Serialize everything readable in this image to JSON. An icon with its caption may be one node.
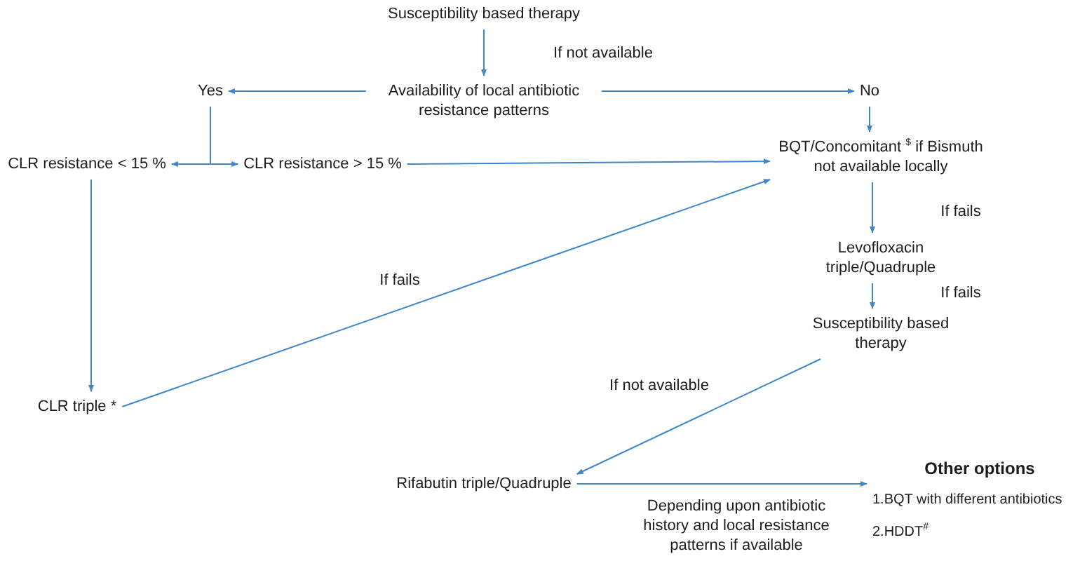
{
  "diagram": {
    "nodes": [
      {
        "text": [
          "Susceptibility based therapy"
        ]
      },
      {
        "text": [
          "Availability of local antibiotic resistance patterns"
        ]
      },
      {
        "text": [
          "Yes"
        ]
      },
      {
        "text": [
          "No"
        ]
      },
      {
        "text": [
          "CLR resistance < 15 %"
        ]
      },
      {
        "text": [
          "CLR resistance > 15 %"
        ]
      },
      {
        "text": [
          "BQT/Concomitant $^{$}$ if Bismuth not available locally"
        ]
      },
      {
        "text": [
          "Levofloxacin triple/Quadruple"
        ]
      },
      {
        "text": [
          "Susceptibility based therapy"
        ]
      },
      {
        "text": [
          "CLR triple *"
        ]
      },
      {
        "text": [
          "Rifabutin triple/Quadruple"
        ]
      },
      {
        "text": [
          "Other options",
          "1.BQT with different antibiotics",
          "2.HDDT$^{#}$"
        ]
      }
    ],
    "edges": [
      {
        "from": 0,
        "to": 1,
        "arrow": "to",
        "label": "If not available"
      },
      {
        "from": 1,
        "to": 2,
        "arrow": "to"
      },
      {
        "from": 1,
        "to": 3,
        "arrow": "to"
      },
      {
        "from": 2,
        "to": 4,
        "arrow": "to"
      },
      {
        "from": 2,
        "to": 5,
        "arrow": "to"
      },
      {
        "from": 3,
        "to": 6,
        "arrow": "to"
      },
      {
        "from": 5,
        "to": 6,
        "arrow": "to"
      },
      {
        "from": 4,
        "to": 9,
        "arrow": "to"
      },
      {
        "from": 9,
        "to": 6,
        "arrow": "to",
        "label": "If fails"
      },
      {
        "from": 6,
        "to": 7,
        "arrow": "to",
        "label": "If fails"
      },
      {
        "from": 7,
        "to": 8,
        "arrow": "to",
        "label": "If fails"
      },
      {
        "from": 8,
        "to": 10,
        "arrow": "to",
        "label": "If not available"
      },
      {
        "from": 10,
        "to": 11,
        "arrow": "to",
        "label": "Depending upon antibiotic history and local resistance patterns if available"
      }
    ]
  }
}
